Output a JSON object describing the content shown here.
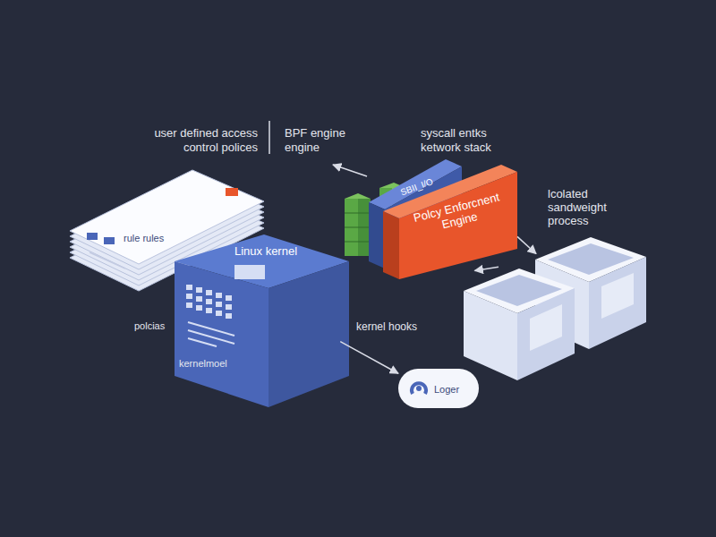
{
  "diagram": {
    "nodes": [
      {
        "text": [
          "rule rules"
        ]
      },
      {
        "text": [
          "Linux kernel"
        ]
      },
      {
        "text": [
          "SBII_I/O"
        ]
      },
      {
        "text": [
          "Polcy Enforcnent Engine"
        ]
      },
      {
        "text": [
          "lcolated sandweight process"
        ]
      },
      {
        "text": [
          "Loger"
        ]
      }
    ],
    "edges": [
      {
        "from": 3,
        "to": 4,
        "arrow": "to"
      },
      {
        "from": 4,
        "to": 3,
        "arrow": "to"
      },
      {
        "from": 1,
        "to": 5,
        "arrow": "to"
      }
    ],
    "labels": [
      "user defined access control polices",
      "BPF engine engine",
      "syscall entks ketwork stack",
      "polcias",
      "kernelmoel",
      "kernel hooks"
    ]
  }
}
